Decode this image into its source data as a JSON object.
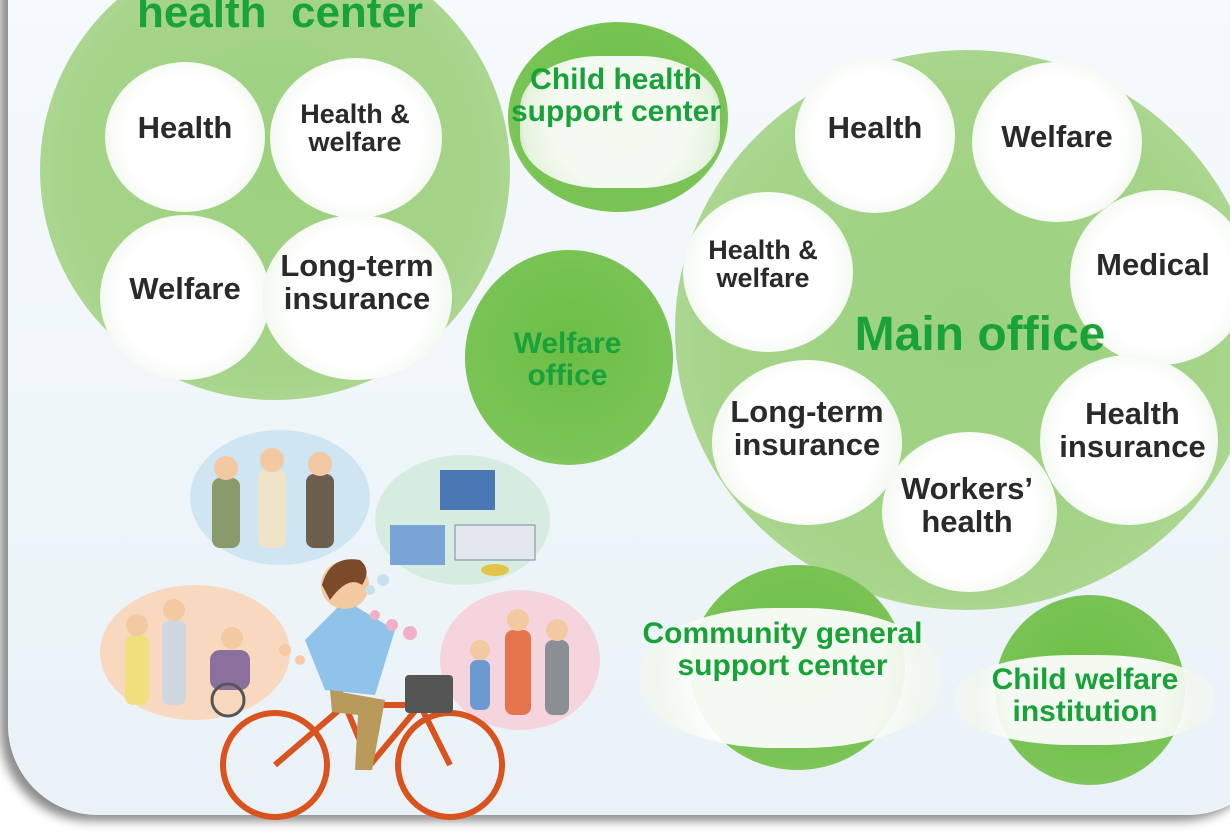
{
  "health_center": {
    "title": "health  center",
    "units": [
      "Health",
      "Health & welfare",
      "Welfare",
      "Long-term insurance"
    ]
  },
  "child_health_support": {
    "label": "Child health support center"
  },
  "welfare_office": {
    "label": "Welfare office"
  },
  "main_office": {
    "title": "Main office",
    "units": [
      "Health",
      "Welfare",
      "Health & welfare",
      "Medical",
      "Long-term insurance",
      "Health insurance",
      "Workers’ health"
    ]
  },
  "community_support": {
    "label": "Community general support center"
  },
  "child_welfare": {
    "label": "Child welfare institution"
  },
  "colors": {
    "accent_green": "#19a23a",
    "circle_green": "#6cbe46",
    "light_green": "#a6d48a",
    "text_dark": "#2a2a2a"
  }
}
